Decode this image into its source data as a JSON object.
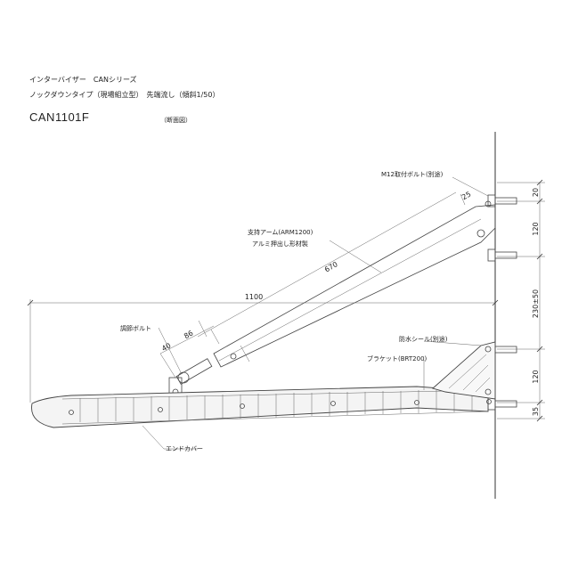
{
  "header": {
    "line1": "インターバイザー　CANシリーズ",
    "line2": "ノックダウンタイプ（現場組立型）　先端流し（傾斜1/50）",
    "model": "CAN1101F",
    "view": "（断面図）"
  },
  "labels": {
    "bolt_m12": "M12取付ボルト(別途)",
    "support_arm": "支持アーム(ARM1200)",
    "arm_material": "アルミ押出し形材製",
    "adjust_bolt": "調節ボルト",
    "seal": "防水シール(別途)",
    "bracket": "ブラケット(BRT200)",
    "end_cover": "エンドカバー"
  },
  "dimensions": {
    "d20": "20",
    "d120_top": "120",
    "d230": "230±50",
    "d120_bottom": "120",
    "d35": "35",
    "d25": "25",
    "d670": "670",
    "d1100": "1100",
    "d86": "86",
    "d40": "40"
  },
  "colors": {
    "line": "#444444",
    "panel_fill": "#f4f4f4"
  }
}
